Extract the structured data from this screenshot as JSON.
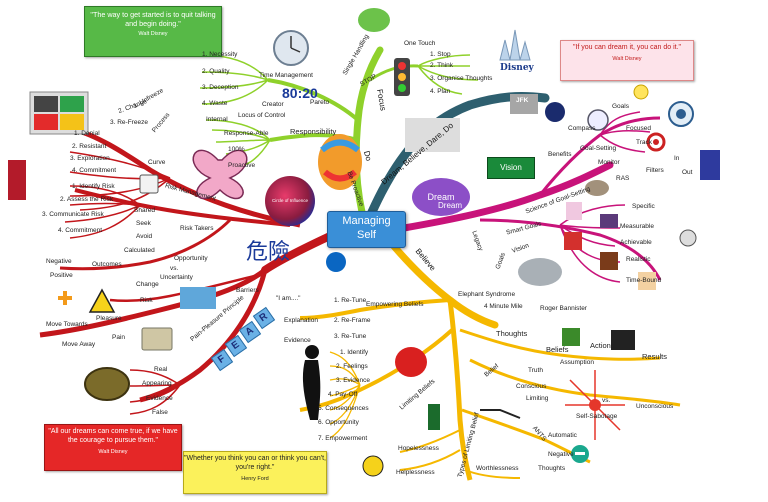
{
  "center": {
    "line1": "Managing",
    "line2": "Self"
  },
  "quotes": {
    "top_left": {
      "text": "\"The way to get started is to quit talking and begin doing.\"",
      "author": "Walt Disney"
    },
    "top_right": {
      "text": "\"If you can dream it, you can do it.\"",
      "author": "Walt Disney"
    },
    "bottom_left": {
      "text": "\"All our dreams can come true, if we have the courage to pursue them.\"",
      "author": "Walt Disney"
    },
    "bottom_mid": {
      "text": "\"Whether you think you can or think you can't, you're right.\"",
      "author": "Henry Ford"
    }
  },
  "branches": {
    "focus": {
      "label": "Focus",
      "do": "Do",
      "dream_believe": "Dream, Believe, Dare, Do",
      "be_proactive": "Be Proactive"
    },
    "dream": {
      "label": "Dream",
      "cloud": "Dream",
      "vision_sign": "Vision",
      "vision": "Vision",
      "goals": "Goals",
      "legacy": "Legacy"
    },
    "believe": {
      "label": "Believe"
    },
    "dare": {
      "label": "Dare",
      "kanji": "危險"
    }
  },
  "labels": {
    "time_management": "Time Management",
    "tm_items": [
      "1. Necessity",
      "2. Quality",
      "3. Deception",
      "4. Waste"
    ],
    "ratio": "80:20",
    "pareto": "Pareto",
    "creator": "Creator",
    "responsibility": "Responsibility",
    "resp_items": [
      "Internal",
      "Locus of Control",
      "Response-Able",
      "100%",
      "Proactive"
    ],
    "single_handling": "Single Handling",
    "one_touch": "One Touch",
    "stop": "STOP",
    "stop_items": [
      "1. Stop",
      "2. Think",
      "3. Organise Thoughts",
      "4. Plan"
    ],
    "jfk": "JFK",
    "process": "Process",
    "process_items": [
      "1. Unfreeze",
      "2. Change",
      "3. Re-Freeze"
    ],
    "curve": "Curve",
    "curve_items": [
      "1. Denial",
      "2. Resistant",
      "3. Exploration",
      "4. Commitment"
    ],
    "risk_management": "Risk Management",
    "risk_items": [
      "1. Identify Risk",
      "2. Assess the Risk",
      "3. Communicate Risk",
      "4. Commitment"
    ],
    "risk_takers": "Risk Takers",
    "rt_items": [
      "Shared",
      "Seek",
      "Avoid",
      "Calculated"
    ],
    "opportunity": "Opportunity",
    "vs": "vs.",
    "outcomes": "Outcomes",
    "negative": "Negative",
    "positive": "Positive",
    "uncertainty": "Uncertainty",
    "change": "Change",
    "risk": "Risk",
    "barriers": "Barriers",
    "pain_pleasure": "Pain-Pleasure Principle",
    "pleasure": "Pleasure",
    "pain": "Pain",
    "move_towards": "Move Towards",
    "move_away": "Move Away",
    "fear_letters": [
      "F",
      "E",
      "A",
      "R"
    ],
    "real": "Real",
    "appearing": "Appearing",
    "evidence": "Evidence",
    "false": "False",
    "compass": "Compass",
    "goals": "Goals",
    "focused": "Focused",
    "track": "Track",
    "benefits": "Benefits",
    "goal_setting": "Goal-Setting",
    "monitor": "Monitor",
    "ras": "RAS",
    "filters": "Filters",
    "in": "In",
    "out": "Out",
    "science": "Science of Goal-Setting",
    "smart_goals": "Smart Goals",
    "smart_items": [
      "Specific",
      "Measurable",
      "Achievable",
      "Realistic",
      "Time-Bound"
    ],
    "elephant": "Elephant Syndrome",
    "four_minute": "4 Minute Mile",
    "roger": "Roger Bannister",
    "thoughts": "Thoughts",
    "beliefs": "Beliefs",
    "actions": "Actions",
    "results": "Results",
    "empowering": "Empowering Beliefs",
    "i_am": "\"I am....\"",
    "emp_items": [
      "1. Re-Tune",
      "2. Re-Frame",
      "3. Re-Tune"
    ],
    "explanation": "Explanation",
    "evidence2": "Evidence",
    "limiting": "Limiting Beliefs",
    "lim_items": [
      "1. Identify",
      "2. Feelings",
      "3. Evidence",
      "4. Pay-Off",
      "5. Consequences",
      "6. Opportunity",
      "7. Empowerment"
    ],
    "types_limiting": "Types of Limiting Belief",
    "hopelessness": "Hopelessness",
    "helplessness": "Helplessness",
    "worthlessness": "Worthlessness",
    "ants": "ANTS",
    "automatic": "Automatic",
    "negative2": "Negative",
    "thoughts2": "Thoughts",
    "belief": "Belief",
    "truth": "Truth",
    "assumption": "Assumption",
    "conscious": "Conscious",
    "limiting2": "Limiting",
    "vs2": "vs.",
    "unconscious": "Unconscious",
    "self_sabotage": "Self-Sabotage",
    "circle_influence": "Circle of Influence",
    "disney": "Disney"
  },
  "colors": {
    "green_branch": "#8fd12b",
    "red_branch": "#c2161b",
    "yellow_branch": "#f5b800",
    "magenta_branch": "#c8137a",
    "teal_branch": "#2e5f6f",
    "center_box": "#3a8fd7"
  }
}
